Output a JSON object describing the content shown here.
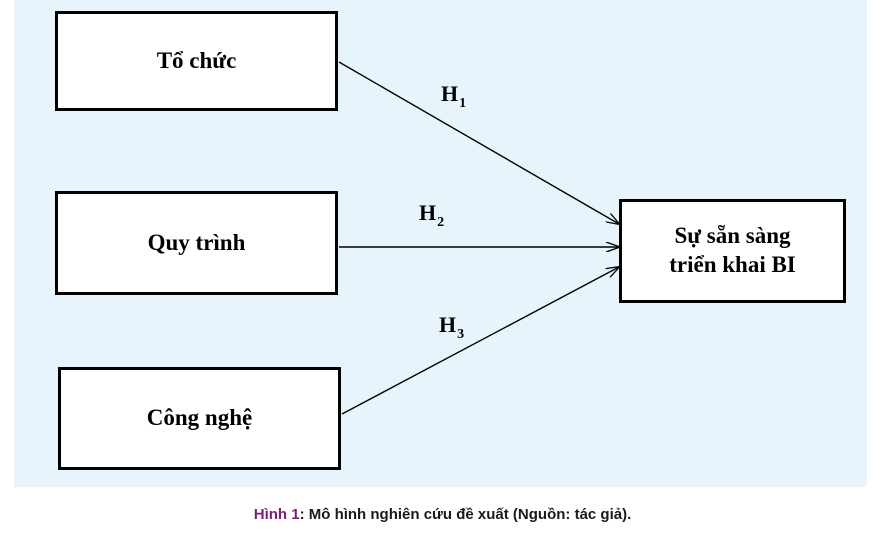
{
  "diagram": {
    "boxes": {
      "organization": "Tổ chức",
      "process": "Quy trình",
      "technology": "Công nghệ",
      "target_line1": "Sự sẵn sàng",
      "target_line2": "triển khai BI"
    },
    "hypotheses": {
      "h1": {
        "letter": "H",
        "index": "1"
      },
      "h2": {
        "letter": "H",
        "index": "2"
      },
      "h3": {
        "letter": "H",
        "index": "3"
      }
    },
    "colors": {
      "panel_background": "#e8f4fc",
      "stroke": "#000000",
      "caption_figure_label": "#7a1f7a"
    }
  },
  "caption": {
    "figure_label": "Hình 1",
    "text": ": Mô hình nghiên cứu đề xuất (Nguồn: tác giả)."
  }
}
